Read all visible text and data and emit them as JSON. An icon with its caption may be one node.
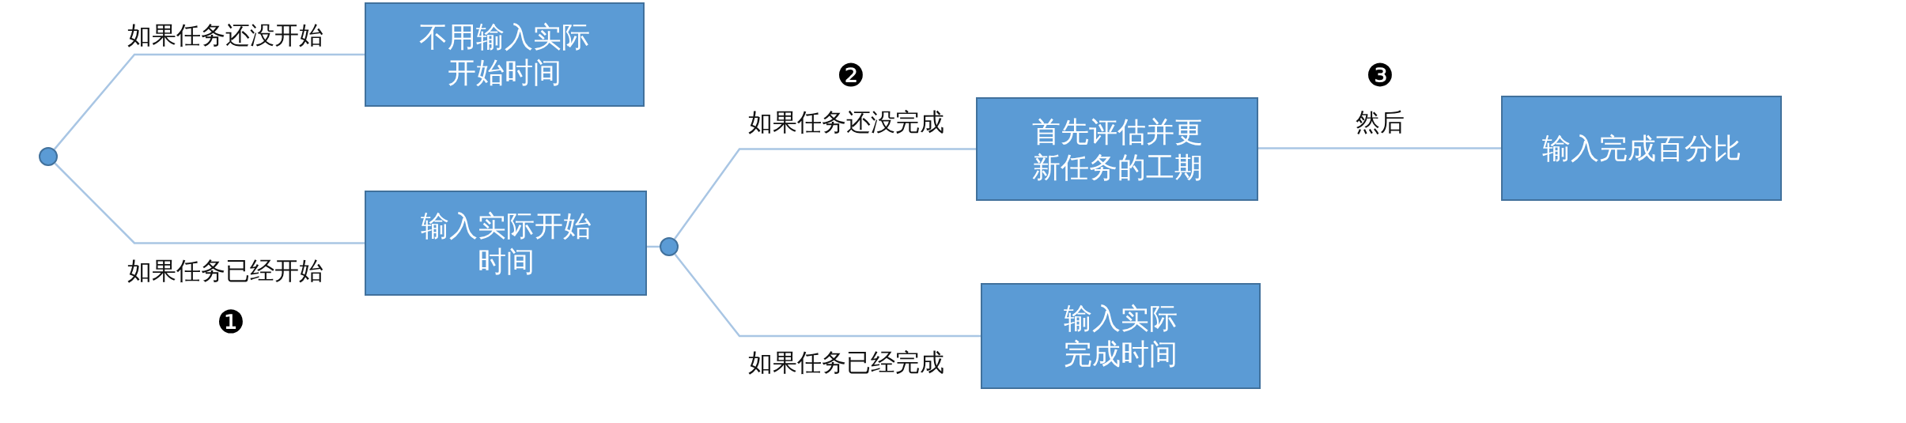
{
  "diagram": {
    "nodes": [
      {
        "text": [],
        "shape": "circle"
      },
      {
        "text": [
          "不用输入实际开始时间"
        ]
      },
      {
        "text": [
          "输入实际开始时间"
        ]
      },
      {
        "text": [],
        "shape": "circle"
      },
      {
        "text": [
          "首先评估并更新任务的工期"
        ]
      },
      {
        "text": [
          "输入完成百分比"
        ]
      },
      {
        "text": [
          "输入实际完成时间"
        ]
      }
    ],
    "edges": [
      {
        "from": 0,
        "to": 1,
        "arrow": "none",
        "label": "如果任务还没开始"
      },
      {
        "from": 0,
        "to": 2,
        "arrow": "none",
        "label": "如果任务已经开始"
      },
      {
        "from": 2,
        "to": 3,
        "arrow": "none"
      },
      {
        "from": 3,
        "to": 4,
        "arrow": "none",
        "label": "如果任务还没完成"
      },
      {
        "from": 3,
        "to": 6,
        "arrow": "none",
        "label": "如果任务已经完成"
      },
      {
        "from": 4,
        "to": 5,
        "arrow": "none",
        "label": "然后"
      }
    ],
    "labels": [
      "❷",
      "❸",
      "❶"
    ]
  }
}
